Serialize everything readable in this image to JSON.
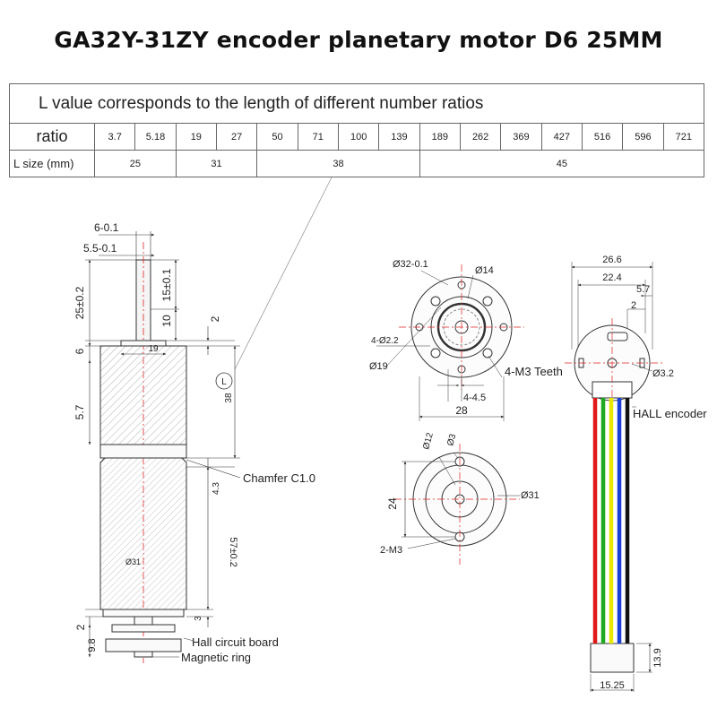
{
  "title": "GA32Y-31ZY encoder planetary motor D6 25MM",
  "table": {
    "header": "L value corresponds to the length of different number ratios",
    "ratio_label": "ratio",
    "ratios": [
      "3.7",
      "5.18",
      "19",
      "27",
      "50",
      "71",
      "100",
      "139",
      "189",
      "262",
      "369",
      "427",
      "516",
      "596",
      "721"
    ],
    "size_label": "L size (mm)",
    "sizes": [
      {
        "value": "25",
        "span": 2
      },
      {
        "value": "31",
        "span": 2
      },
      {
        "value": "38",
        "span": 4
      },
      {
        "value": "45",
        "span": 7
      }
    ]
  },
  "side_view": {
    "dim_shaft_dia": "6-0.1",
    "dim_flat": "5.5-0.1",
    "dim_shaft_len": "25±0.2",
    "dim_flat_len": "15±0.1",
    "dim_10": "10",
    "dim_2_top": "2",
    "dim_6": "6",
    "dim_19": "19",
    "dim_L": "L",
    "dim_38": "38",
    "dim_5_7": "5.7",
    "dim_4_3": "4.3",
    "dim_57": "57±0.2",
    "dim_31": "Ø31",
    "dim_2_bottom": "2",
    "dim_3": "3",
    "dim_9_8": "9.8",
    "chamfer": "Chamfer C1.0",
    "hall_board": "Hall circuit board",
    "magnetic_ring": "Magnetic ring"
  },
  "front_view": {
    "dia_32": "Ø32-0.1",
    "dia_14": "Ø14",
    "holes": "4-Ø2.2",
    "dia_19": "Ø19",
    "teeth": "4-M3 Teeth",
    "dim_4_5": "4-4.5",
    "dim_28": "28"
  },
  "rear_view": {
    "dia_12": "Ø12",
    "dia_3": "Ø3",
    "dia_31": "Ø31",
    "dim_24": "24",
    "m3": "2-M3"
  },
  "encoder_view": {
    "dim_26_6": "26.6",
    "dim_22_4": "22.4",
    "dim_5_7": "5.7",
    "dim_2": "2",
    "dia_3_2": "Ø3.2",
    "hall_label": "HALL encoder",
    "dim_13_9": "13.9",
    "dim_15_25": "15.25",
    "wire_colors": [
      "#e01818",
      "#1fa821",
      "#e8e800",
      "#1a3fd8",
      "#111111"
    ]
  }
}
